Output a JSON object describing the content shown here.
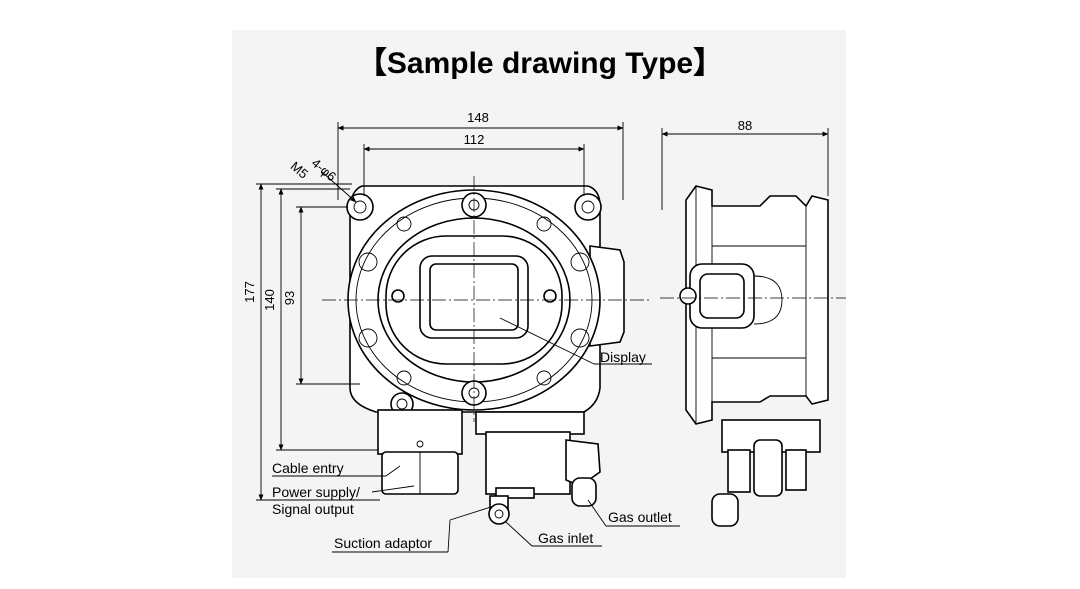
{
  "title": "【Sample drawing Type】",
  "dimensions": {
    "width_outer": "148",
    "width_inner": "112",
    "holes_line1": "4-φ6",
    "holes_line2": "M5",
    "height_outer": "177",
    "height_mid": "140",
    "height_inner": "93",
    "depth": "88"
  },
  "labels": {
    "display": "Display",
    "cable_entry": "Cable entry",
    "power_supply_line1": "Power supply/",
    "power_supply_line2": "Signal output",
    "gas_outlet": "Gas outlet",
    "suction_adaptor": "Suction adaptor",
    "gas_inlet": "Gas inlet"
  }
}
